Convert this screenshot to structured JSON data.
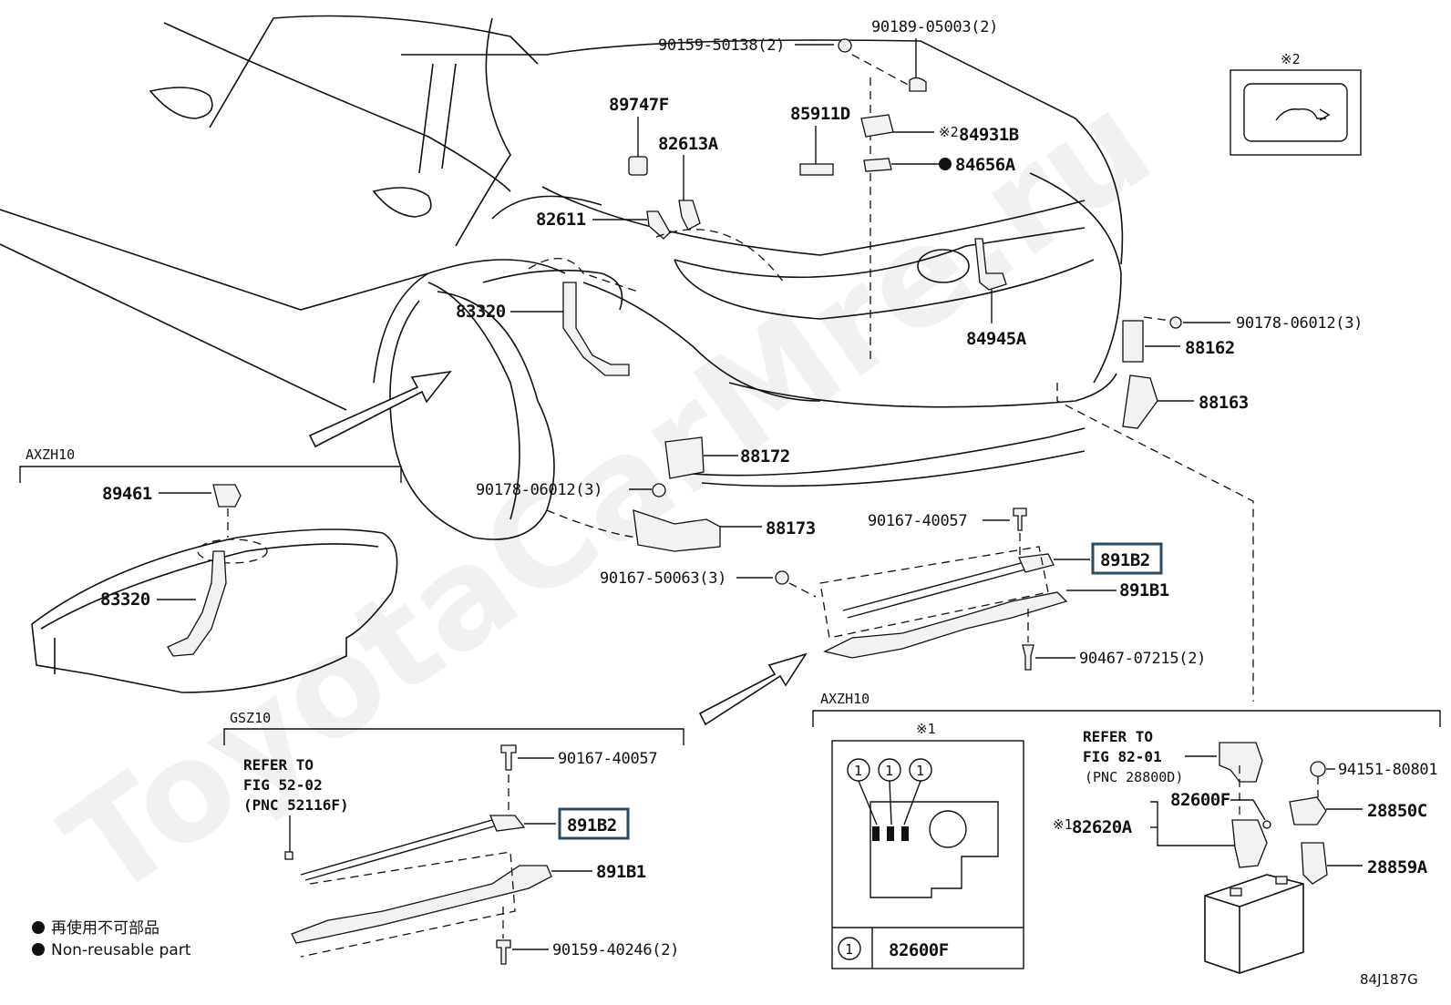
{
  "watermark": "ToyotaCarMre.ru",
  "diagram_code": "84J187G",
  "parts": {
    "p90159_50138": "90159-50138(2)",
    "p90189_05003": "90189-05003(2)",
    "p89747F": "89747F",
    "p85911D": "85911D",
    "p82613A": "82613A",
    "p84931B": "84931B",
    "p84656A": "84656A",
    "p82611": "82611",
    "p83320_top": "83320",
    "p84945A": "84945A",
    "p90178_06012_right": "90178-06012(3)",
    "p88162": "88162",
    "p88163": "88163",
    "p88172": "88172",
    "p90178_06012_mid": "90178-06012(3)",
    "p88173": "88173",
    "p90167_40057_mid": "90167-40057",
    "p891B2_mid": "891B2",
    "p90167_50063": "90167-50063(3)",
    "p891B1_mid": "891B1",
    "p90467_07215": "90467-07215(2)",
    "p89461": "89461",
    "p83320_left": "83320",
    "p90167_40057_low": "90167-40057",
    "p891B2_low": "891B2",
    "p891B1_low": "891B1",
    "p90159_40246": "90159-40246(2)",
    "p94151_80801": "94151-80801",
    "p28850C": "28850C",
    "p28859A": "28859A",
    "p82600F_right": "82600F",
    "p82620A": "82620A",
    "p82600F_table": "82600F"
  },
  "sections": {
    "axzh10_left": "AXZH10",
    "gsz10": "GSZ10",
    "axzh10_right": "AXZH10"
  },
  "notes": {
    "mark1": "※1",
    "mark2": "※2",
    "mark2_small": "※2",
    "mark1_small": "※1",
    "circle1": "1",
    "refer_left_1": "REFER TO",
    "refer_left_2": "FIG 52-02",
    "refer_left_3": "(PNC 52116F)",
    "refer_right_1": "REFER TO",
    "refer_right_2": "FIG 82-01",
    "refer_right_3": "(PNC 28800D)"
  },
  "legend": {
    "jp": "再使用不可部品",
    "en": "Non-reusable part"
  }
}
